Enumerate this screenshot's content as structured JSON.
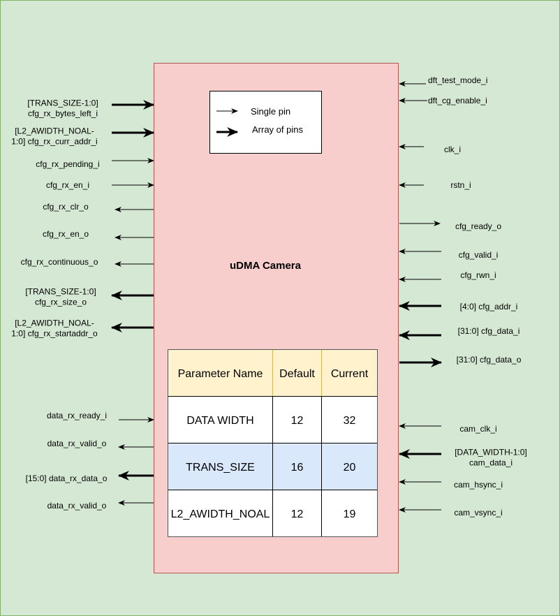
{
  "diagram": {
    "title": "uDMA Camera",
    "colors": {
      "background": "#d5e8d4",
      "background_border": "#82b366",
      "block": "#f8cecc",
      "block_border": "#b85450",
      "table_header": "#fff2cc",
      "table_highlight": "#dae8fc"
    },
    "legend": {
      "single": "Single pin",
      "array": "Array of pins"
    },
    "left_pins": [
      {
        "lines": [
          "[TRANS_SIZE-1:0]",
          "cfg_rx_bytes_left_i"
        ],
        "dir": "in",
        "array": true
      },
      {
        "lines": [
          "[L2_AWIDTH_NOAL-",
          "1:0] cfg_rx_curr_addr_i"
        ],
        "dir": "in",
        "array": true
      },
      {
        "lines": [
          "cfg_rx_pending_i"
        ],
        "dir": "in",
        "array": false
      },
      {
        "lines": [
          "cfg_rx_en_i"
        ],
        "dir": "in",
        "array": false
      },
      {
        "lines": [
          "cfg_rx_clr_o"
        ],
        "dir": "out",
        "array": false
      },
      {
        "lines": [
          "cfg_rx_en_o"
        ],
        "dir": "out",
        "array": false
      },
      {
        "lines": [
          "cfg_rx_continuous_o"
        ],
        "dir": "out",
        "array": false
      },
      {
        "lines": [
          "[TRANS_SIZE-1:0]",
          "cfg_rx_size_o"
        ],
        "dir": "out",
        "array": true
      },
      {
        "lines": [
          "[L2_AWIDTH_NOAL-",
          "1:0] cfg_rx_startaddr_o"
        ],
        "dir": "out",
        "array": true
      },
      {
        "lines": [
          "data_rx_ready_i"
        ],
        "dir": "in",
        "array": false
      },
      {
        "lines": [
          "data_rx_valid_o"
        ],
        "dir": "out",
        "array": false
      },
      {
        "lines": [
          "[15:0] data_rx_data_o"
        ],
        "dir": "out",
        "array": true
      },
      {
        "lines": [
          "data_rx_valid_o"
        ],
        "dir": "out",
        "array": false
      }
    ],
    "right_pins": [
      {
        "lines": [
          "dft_test_mode_i"
        ],
        "dir": "in",
        "array": false
      },
      {
        "lines": [
          "dft_cg_enable_i"
        ],
        "dir": "in",
        "array": false
      },
      {
        "lines": [
          "clk_i"
        ],
        "dir": "in",
        "array": false
      },
      {
        "lines": [
          "rstn_i"
        ],
        "dir": "in",
        "array": false
      },
      {
        "lines": [
          "cfg_ready_o"
        ],
        "dir": "out",
        "array": false
      },
      {
        "lines": [
          "cfg_valid_i"
        ],
        "dir": "in",
        "array": false
      },
      {
        "lines": [
          "cfg_rwn_i"
        ],
        "dir": "in",
        "array": false
      },
      {
        "lines": [
          "[4:0] cfg_addr_i"
        ],
        "dir": "in",
        "array": true
      },
      {
        "lines": [
          "[31:0] cfg_data_i"
        ],
        "dir": "in",
        "array": true
      },
      {
        "lines": [
          "[31:0]  cfg_data_o"
        ],
        "dir": "out",
        "array": true
      },
      {
        "lines": [
          "cam_clk_i"
        ],
        "dir": "in",
        "array": false
      },
      {
        "lines": [
          "[DATA_WIDTH-1:0]",
          "cam_data_i"
        ],
        "dir": "in",
        "array": true
      },
      {
        "lines": [
          "cam_hsync_i"
        ],
        "dir": "in",
        "array": false
      },
      {
        "lines": [
          "cam_vsync_i"
        ],
        "dir": "in",
        "array": false
      }
    ],
    "table": {
      "headers": [
        "Parameter Name",
        "Default",
        "Current"
      ],
      "rows": [
        [
          "DATA WIDTH",
          "12",
          "32"
        ],
        [
          "TRANS_SIZE",
          "16",
          "20"
        ],
        [
          "L2_AWIDTH_NOAL",
          "12",
          "19"
        ]
      ]
    }
  }
}
